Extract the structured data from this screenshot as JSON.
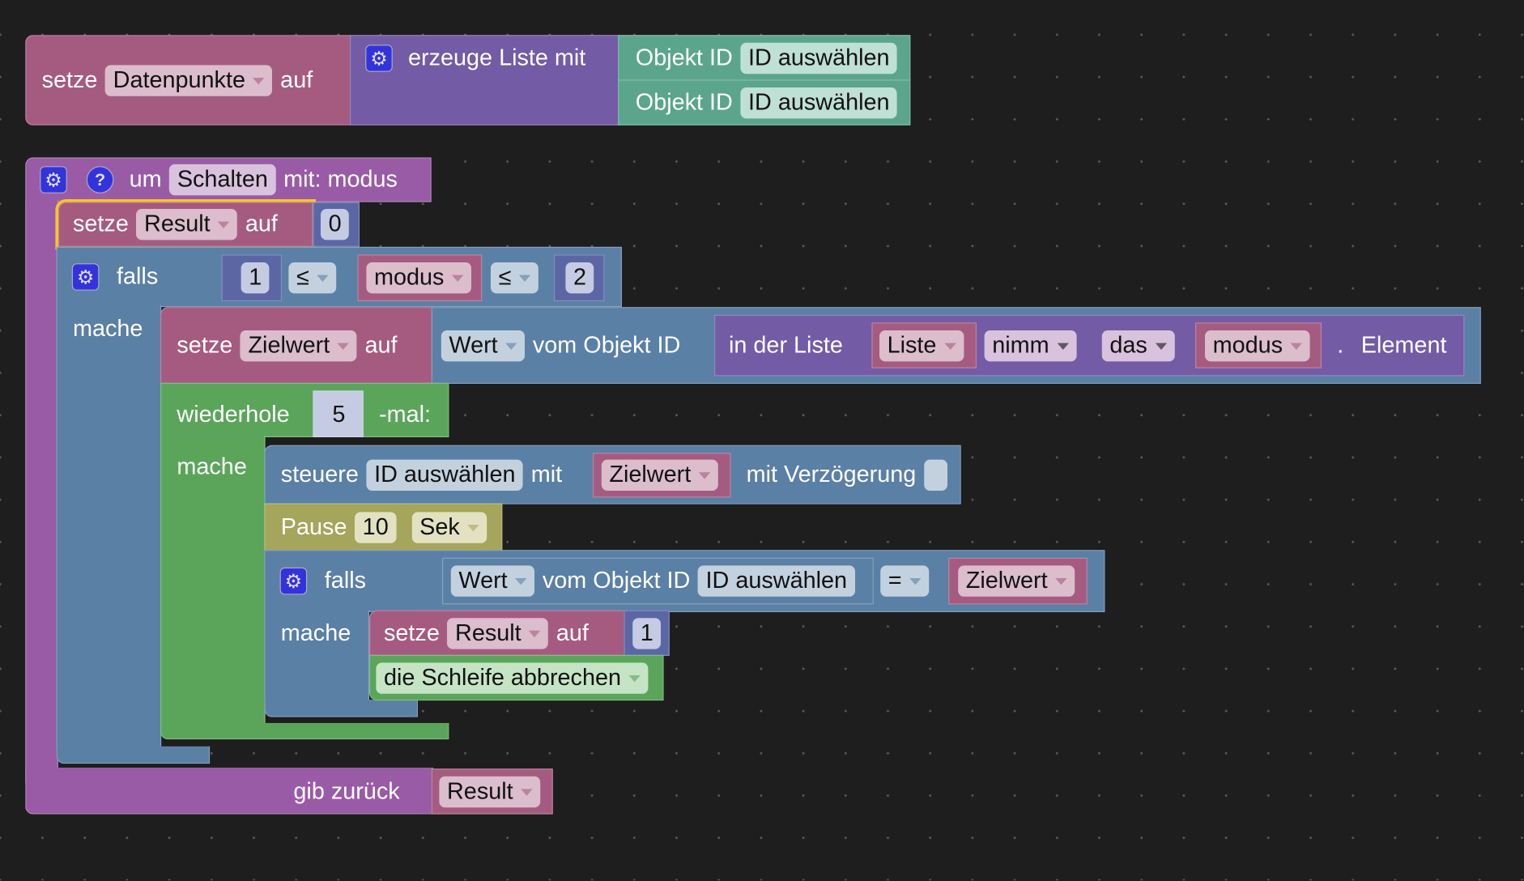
{
  "block1": {
    "setze": "setze",
    "var": "Datenpunkte",
    "auf": "auf",
    "create": "erzeuge Liste mit",
    "items": [
      {
        "label": "Objekt ID",
        "field": "ID auswählen"
      },
      {
        "label": "Objekt ID",
        "field": "ID auswählen"
      }
    ]
  },
  "proc": {
    "um": "um",
    "name": "Schalten",
    "params": "mit: modus",
    "help": "?",
    "return_label": "gib zurück",
    "return_var": "Result"
  },
  "set_result0": {
    "setze": "setze",
    "var": "Result",
    "auf": "auf",
    "value": "0"
  },
  "if1": {
    "falls": "falls",
    "mache": "mache",
    "a": "1",
    "op1": "≤",
    "var": "modus",
    "op2": "≤",
    "b": "2"
  },
  "set_ziel": {
    "setze": "setze",
    "var": "Zielwert",
    "auf": "auf",
    "wert": "Wert",
    "vom": "vom Objekt ID",
    "in_list": "in der Liste",
    "list": "Liste",
    "nimm": "nimm",
    "das": "das",
    "index": "modus",
    "dot": ".",
    "element": "Element"
  },
  "repeat": {
    "label": "wiederhole",
    "count": "5",
    "suffix": "-mal:",
    "mache": "mache"
  },
  "control": {
    "steuere": "steuere",
    "id": "ID auswählen",
    "mit": "mit",
    "value": "Zielwert",
    "delay": "mit Verzögerung"
  },
  "pause": {
    "label": "Pause",
    "value": "10",
    "unit": "Sek"
  },
  "if2": {
    "falls": "falls",
    "mache": "mache",
    "wert": "Wert",
    "vom": "vom Objekt ID",
    "id": "ID auswählen",
    "op": "=",
    "var": "Zielwert"
  },
  "set_result1": {
    "setze": "setze",
    "var": "Result",
    "auf": "auf",
    "value": "1"
  },
  "break": {
    "label": "die Schleife abbrechen"
  }
}
